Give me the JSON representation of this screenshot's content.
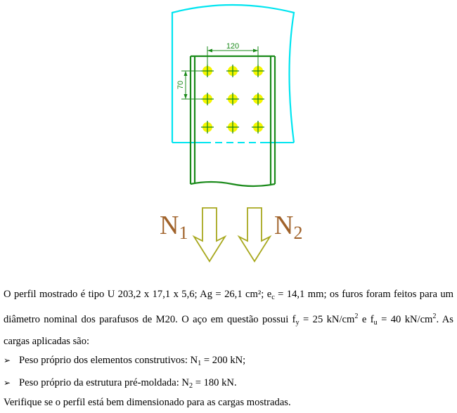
{
  "figure": {
    "dim_horizontal": "120",
    "dim_vertical": "70",
    "loads": [
      {
        "letter": "N",
        "index": "1"
      },
      {
        "letter": "N",
        "index": "2"
      }
    ],
    "colors": {
      "plate": "#00e5f0",
      "profile": "#1a8a1a",
      "bolt": "#f5f500",
      "bolt_cross": "#1a8a1a",
      "arrow": "#a8a81e",
      "load_label": "#a0622a"
    }
  },
  "text": {
    "p1": {
      "a": "O perfil mostrado é tipo U 203,2 x 17,1 x 5,6; Ag = 26,1 cm²; e",
      "a_sub": "c",
      "b": " = 14,1 mm; os furos foram feitos para um diâmetro nominal dos parafusos de M20. O aço em questão possui f",
      "b_sub": "y",
      "c": " = 25 kN/cm",
      "c_sup": "2",
      "d": " e f",
      "d_sub": "u",
      "e": " = 40 kN/cm",
      "e_sup": "2",
      "f": ". As cargas aplicadas são:"
    },
    "bullets": [
      {
        "mark": "➢",
        "a": "Peso próprio dos elementos construtivos: N",
        "sub": "1",
        "b": " = 200 kN;"
      },
      {
        "mark": "➢",
        "a": "Peso próprio da estrutura pré-moldada: N",
        "sub": "2",
        "b": " = 180 kN."
      }
    ],
    "p3": "Verifique se o perfil está bem dimensionado para as cargas mostradas."
  }
}
